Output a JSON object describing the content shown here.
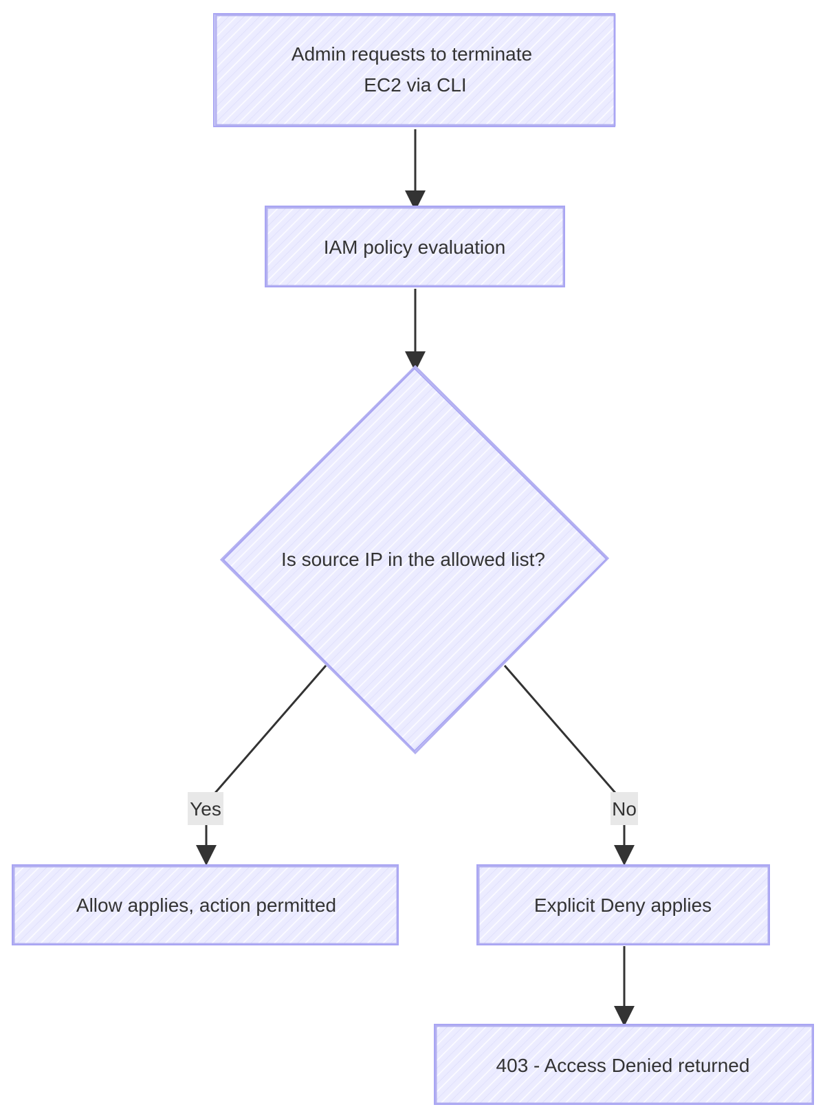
{
  "diagram": {
    "nodes": {
      "request": {
        "line1": "Admin requests to terminate",
        "line2": "EC2 via CLI"
      },
      "evaluation": {
        "label": "IAM policy evaluation"
      },
      "decision": {
        "label": "Is source IP in the allowed list?"
      },
      "allow": {
        "label": "Allow applies, action permitted"
      },
      "deny": {
        "label": "Explicit Deny applies"
      },
      "denied": {
        "label": "403 - Access Denied returned"
      }
    },
    "edges": {
      "yes_label": "Yes",
      "no_label": "No"
    },
    "colors": {
      "node_fill": "#ececff",
      "node_stroke": "#b3b0f0",
      "edge": "#333333",
      "edge_label_bg": "#e8e8e8"
    }
  }
}
